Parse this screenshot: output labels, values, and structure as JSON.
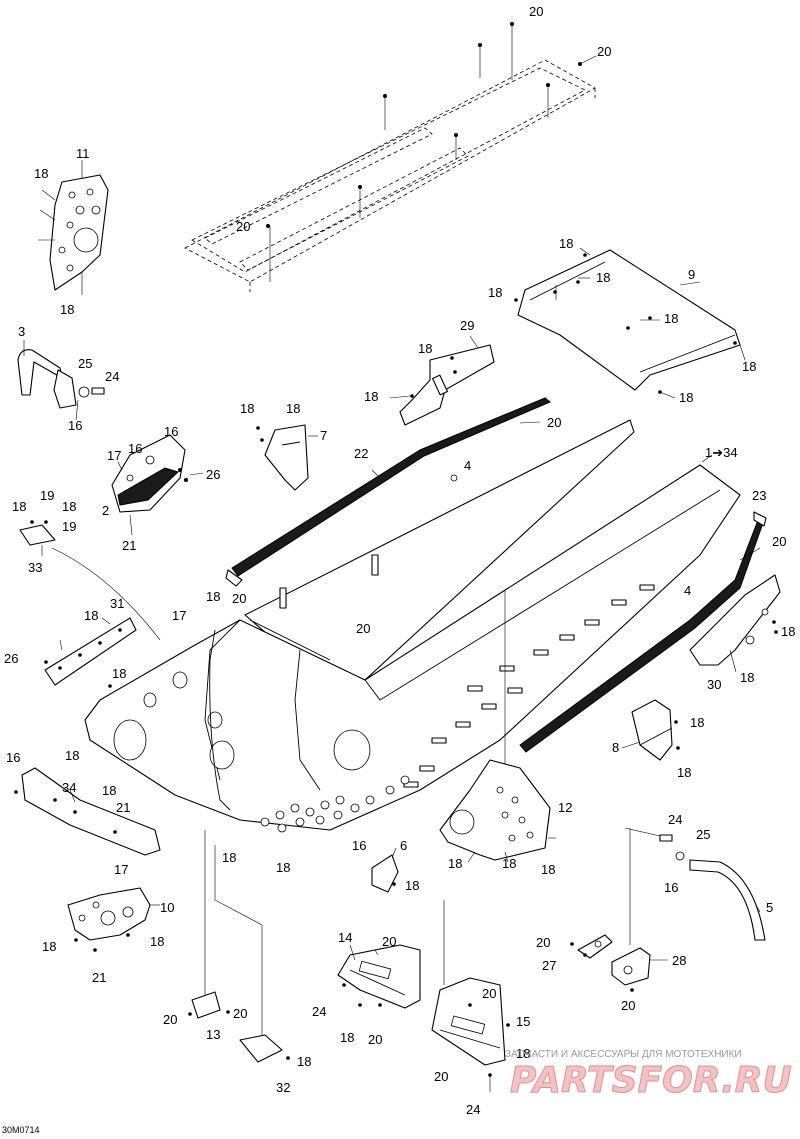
{
  "document": {
    "code": "30M0714",
    "watermark_line": "ЗАПЧАСТИ И АКСЕССУАРЫ ДЛЯ МОТОТЕХНИКИ",
    "watermark_brand": "PARTSFOR.RU"
  },
  "callouts": {
    "c1": "20",
    "c2": "20",
    "c3": "20",
    "c4": "11",
    "c5": "18",
    "c6": "18",
    "c7": "3",
    "c8": "25",
    "c9": "24",
    "c10": "16",
    "c11": "18",
    "c12": "9",
    "c13": "18",
    "c14": "18",
    "c15": "18",
    "c16": "18",
    "c17": "18",
    "c18": "29",
    "c19": "18",
    "c20": "18",
    "c21": "18",
    "c22": "18",
    "c23": "7",
    "c24": "22",
    "c25": "20",
    "c26": "16",
    "c27": "17",
    "c28": "16",
    "c29": "26",
    "c30": "2",
    "c31": "21",
    "c32": "4",
    "c33": "1➔34",
    "c34": "19",
    "c35": "18",
    "c36": "18",
    "c37": "19",
    "c38": "33",
    "c39": "23",
    "c40": "20",
    "c41": "4",
    "c42": "18",
    "c43": "30",
    "c44": "18",
    "c45": "31",
    "c46": "18",
    "c47": "17",
    "c48": "18",
    "c49": "20",
    "c50": "20",
    "c51": "26",
    "c52": "18",
    "c53": "8",
    "c54": "18",
    "c55": "18",
    "c56": "16",
    "c57": "18",
    "c58": "34",
    "c59": "18",
    "c60": "21",
    "c61": "17",
    "c62": "18",
    "c63": "18",
    "c64": "16",
    "c65": "12",
    "c66": "18",
    "c67": "18",
    "c68": "18",
    "c69": "6",
    "c70": "18",
    "c71": "24",
    "c72": "25",
    "c73": "16",
    "c74": "5",
    "c75": "10",
    "c76": "18",
    "c77": "18",
    "c78": "21",
    "c79": "14",
    "c80": "20",
    "c81": "24",
    "c82": "18",
    "c83": "20",
    "c84": "20",
    "c85": "27",
    "c86": "28",
    "c87": "20",
    "c88": "20",
    "c89": "13",
    "c90": "20",
    "c91": "18",
    "c92": "32",
    "c93": "20",
    "c94": "15",
    "c95": "18",
    "c96": "20",
    "c97": "24"
  }
}
